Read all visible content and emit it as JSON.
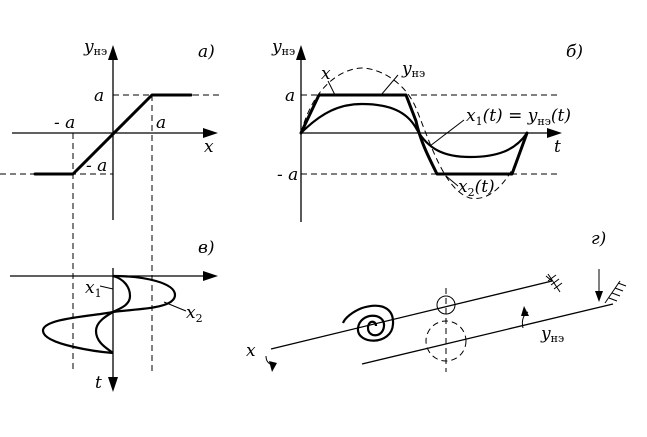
{
  "panel_a": {
    "tag": "а)",
    "y_axis": "y",
    "y_axis_sub": "нэ",
    "x_axis": "x",
    "a_top": "a",
    "a_right": "a",
    "a_left": "- a",
    "a_bottom": "- a"
  },
  "panel_b": {
    "tag": "б)",
    "y_axis": "y",
    "y_axis_sub": "нэ",
    "t_axis": "t",
    "a_top": "a",
    "a_bottom": "- a",
    "curve_x": "x",
    "curve_y": "y",
    "curve_y_sub": "нэ",
    "x1_main": "x",
    "x1_sub": "1",
    "x1_rest": "(t) = y",
    "x1_rest_sub": "нэ",
    "x1_tail": "(t)",
    "x2_main": "x",
    "x2_sub": "2",
    "x2_tail": "(t)"
  },
  "panel_v": {
    "tag": "в)",
    "t_axis": "t",
    "x1_main": "x",
    "x1_sub": "1",
    "x2_main": "x",
    "x2_sub": "2"
  },
  "panel_g": {
    "tag": "г)",
    "x_label": "x",
    "y_label": "y",
    "y_label_sub": "нэ"
  }
}
